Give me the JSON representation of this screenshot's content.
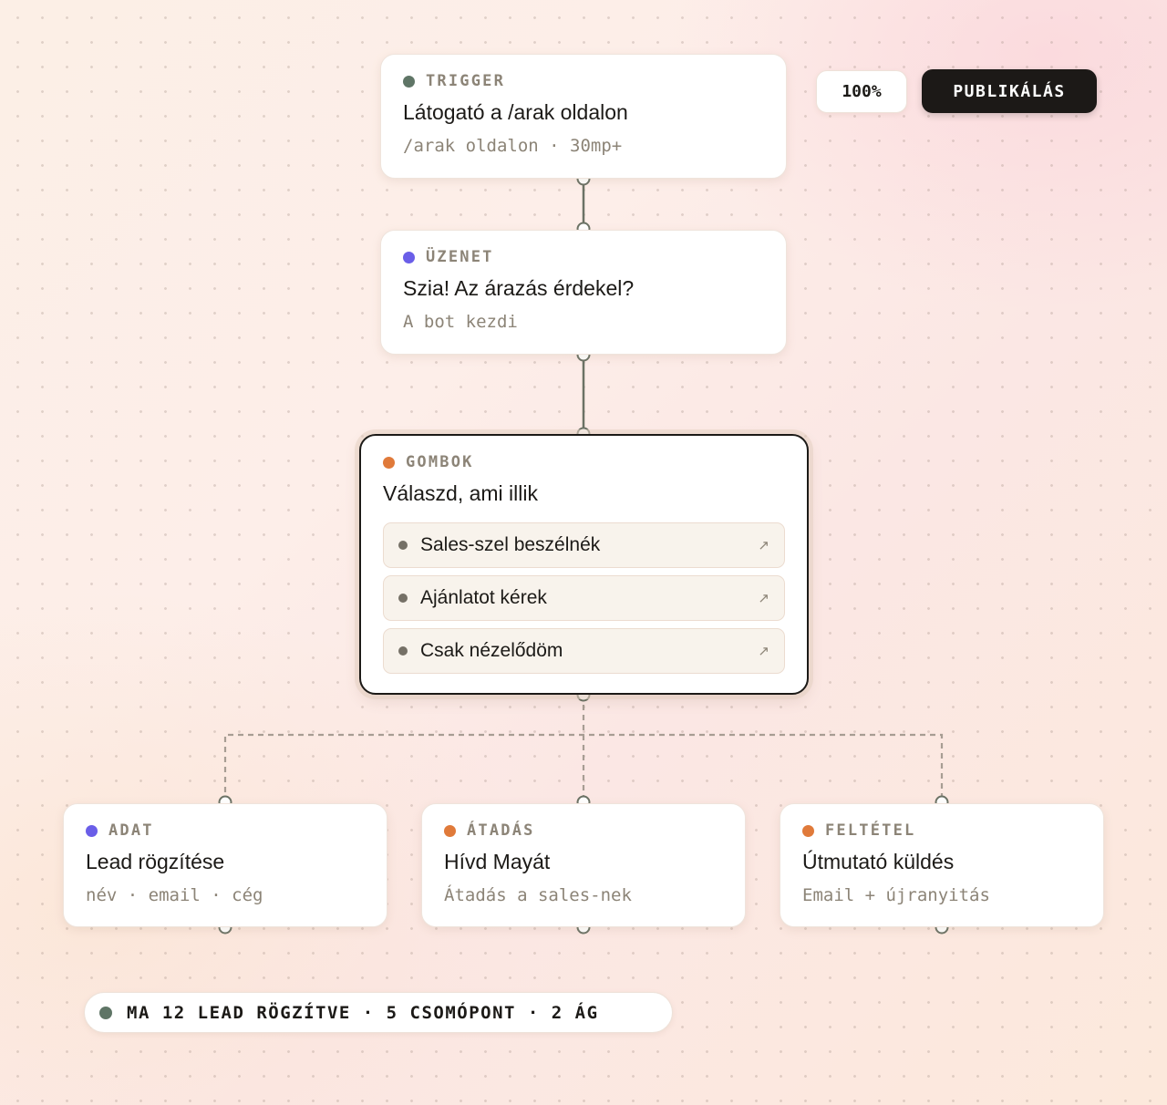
{
  "colors": {
    "green": "#5f7566",
    "purple": "#6a5ee8",
    "orange": "#e07a3a",
    "line": "#6b7265",
    "dashed": "#a79d93"
  },
  "toolbar": {
    "zoom": "100%",
    "publish_label": "PUBLIKÁLÁS"
  },
  "nodes": {
    "trigger": {
      "tag": "TRIGGER",
      "title": "Látogató a /arak oldalon",
      "subtitle": "/arak oldalon · 30mp+"
    },
    "message": {
      "tag": "ÜZENET",
      "title": "Szia! Az árazás érdekel?",
      "subtitle": "A bot kezdi"
    },
    "buttons": {
      "tag": "GOMBOK",
      "title": "Válaszd, ami illik",
      "options": [
        {
          "label": "Sales-szel beszélnék",
          "icon": "arrow-up-right-icon"
        },
        {
          "label": "Ajánlatot kérek",
          "icon": "arrow-up-right-icon"
        },
        {
          "label": "Csak nézelődöm",
          "icon": "arrow-up-right-icon"
        }
      ]
    },
    "data": {
      "tag": "ADAT",
      "title": "Lead rögzítése",
      "subtitle": "név · email · cég"
    },
    "handoff": {
      "tag": "ÁTADÁS",
      "title": "Hívd Mayát",
      "subtitle": "Átadás a sales-nek"
    },
    "condition": {
      "tag": "FELTÉTEL",
      "title": "Útmutató küldés",
      "subtitle": "Email + újranyitás"
    }
  },
  "status": {
    "text": "MA 12 LEAD RÖGZÍTVE · 5 CSOMÓPONT · 2 ÁG"
  }
}
